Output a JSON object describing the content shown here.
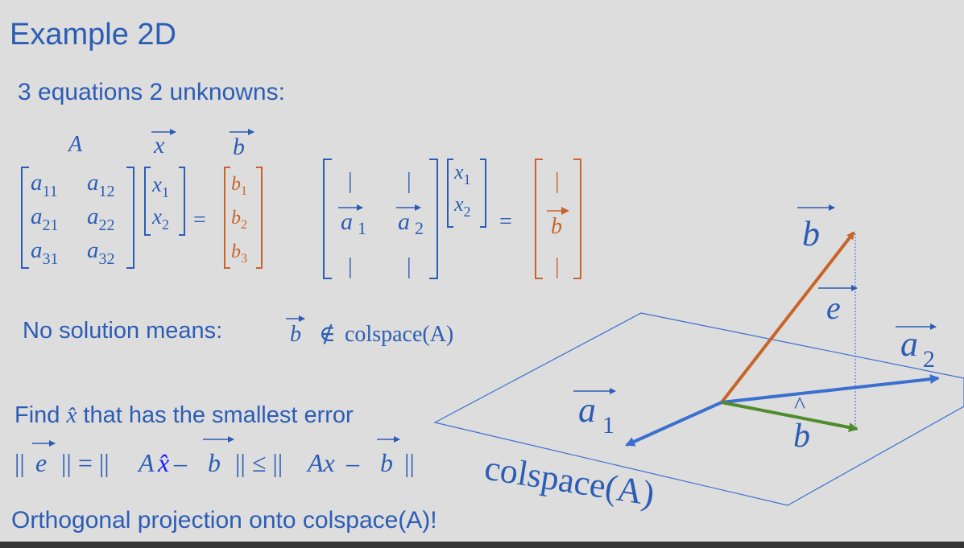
{
  "slide": {
    "title": "Example 2D",
    "subtitle": "3 equations 2 unknowns:",
    "no_solution_prefix": "No solution means:",
    "no_solution_expr": "colspace(A)",
    "find_prefix": "Find",
    "find_suffix": "that has the smallest error",
    "orthogonal": "Orthogonal projection onto colspace(A)!"
  },
  "eq1": {
    "labels": [
      "A",
      "x",
      "b"
    ],
    "A": [
      [
        "a",
        "11",
        "a",
        "12"
      ],
      [
        "a",
        "21",
        "a",
        "22"
      ],
      [
        "a",
        "31",
        "a",
        "32"
      ]
    ],
    "x": [
      [
        "x",
        "1"
      ],
      [
        "x",
        "2"
      ]
    ],
    "b": [
      [
        "b",
        "1"
      ],
      [
        "b",
        "2"
      ],
      [
        "b",
        "3"
      ]
    ],
    "equals": "="
  },
  "eq2": {
    "col1": [
      "a",
      "1"
    ],
    "col2": [
      "a",
      "2"
    ],
    "x": [
      [
        "x",
        "1"
      ],
      [
        "x",
        "2"
      ]
    ],
    "b": "b",
    "bar": "|",
    "equals": "="
  },
  "diagram": {
    "plane_label": "colspace(A)",
    "vectors": {
      "b": "b",
      "e": "e",
      "a1": [
        "a",
        "1"
      ],
      "a2": [
        "a",
        "2"
      ],
      "bhat": "b"
    }
  },
  "colors": {
    "text": "#2c5db5",
    "orange": "#c8642a",
    "green": "#4e8c2e",
    "blue": "#3b6fd0",
    "background": "#dddddd"
  }
}
